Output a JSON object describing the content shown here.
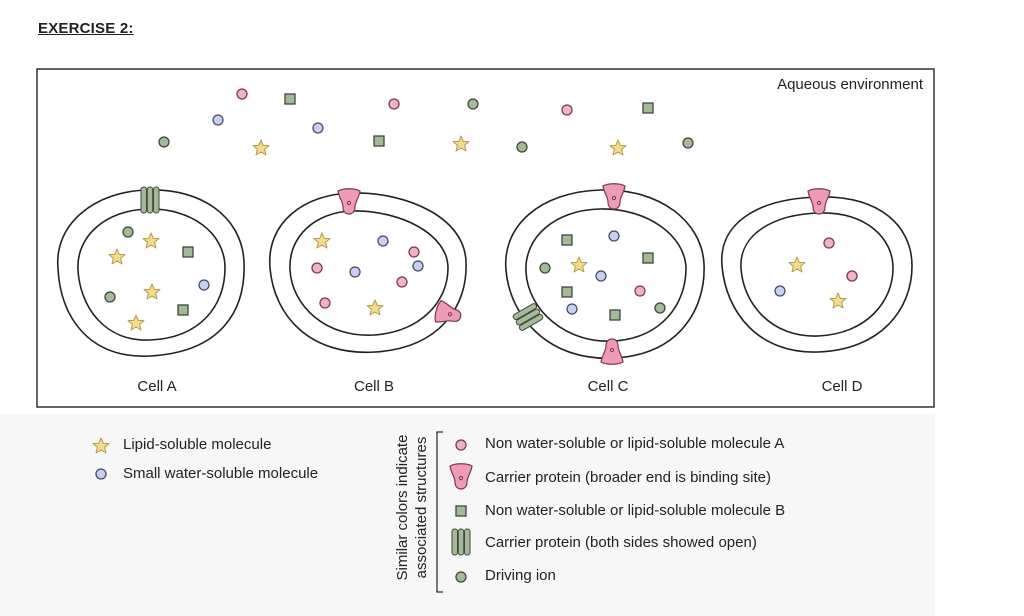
{
  "title": "EXERCISE 2:",
  "environment_label": "Aqueous environment",
  "cells": [
    {
      "label": "Cell A"
    },
    {
      "label": "Cell B"
    },
    {
      "label": "Cell C"
    },
    {
      "label": "Cell D"
    }
  ],
  "legend": {
    "lipid_soluble": "Lipid-soluble molecule",
    "small_water_soluble": "Small water-soluble molecule",
    "group_note_line1": "Similar colors indicate",
    "group_note_line2": "associated structures",
    "molecule_a": "Non water-soluble or lipid-soluble molecule A",
    "carrier_a": "Carrier protein (broader end is binding site)",
    "molecule_b": "Non water-soluble or lipid-soluble molecule B",
    "carrier_b": "Carrier protein (both sides showed open)",
    "driving_ion": "Driving ion"
  },
  "colors": {
    "star_fill": "#f3dc8c",
    "blue_fill": "#c9cff2",
    "pink_fill": "#f3b1c7",
    "green_fill": "#a6b89a",
    "carrier_pink": "#ee9bb8",
    "outline": "#333333"
  }
}
